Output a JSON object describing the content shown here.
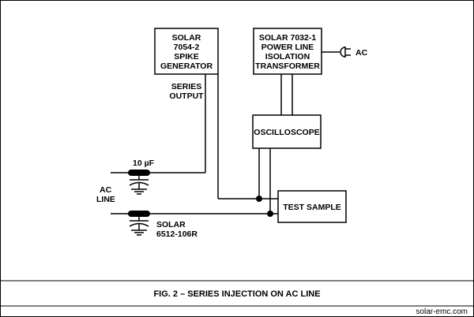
{
  "diagram": {
    "spike_generator": [
      "SOLAR",
      "7054-2",
      "SPIKE",
      "GENERATOR"
    ],
    "isolation_transformer": [
      "SOLAR 7032-1",
      "POWER LINE",
      "ISOLATION",
      "TRANSFORMER"
    ],
    "ac_source_label": "AC",
    "series_output_label": [
      "SERIES",
      "OUTPUT"
    ],
    "oscilloscope_label": "OSCILLOSCOPE",
    "capacitor_label": "10  µF",
    "ac_line_label": [
      "AC",
      "LINE"
    ],
    "test_sample_label": "TEST SAMPLE",
    "lisn_label": [
      "SOLAR",
      "6512-106R"
    ]
  },
  "caption": "FIG. 2 – SERIES INJECTION ON AC LINE",
  "credit": "solar-emc.com",
  "icons": [
    "ac-plug-icon",
    "capacitor-icon",
    "ground-icon",
    "junction-dot-icon"
  ]
}
